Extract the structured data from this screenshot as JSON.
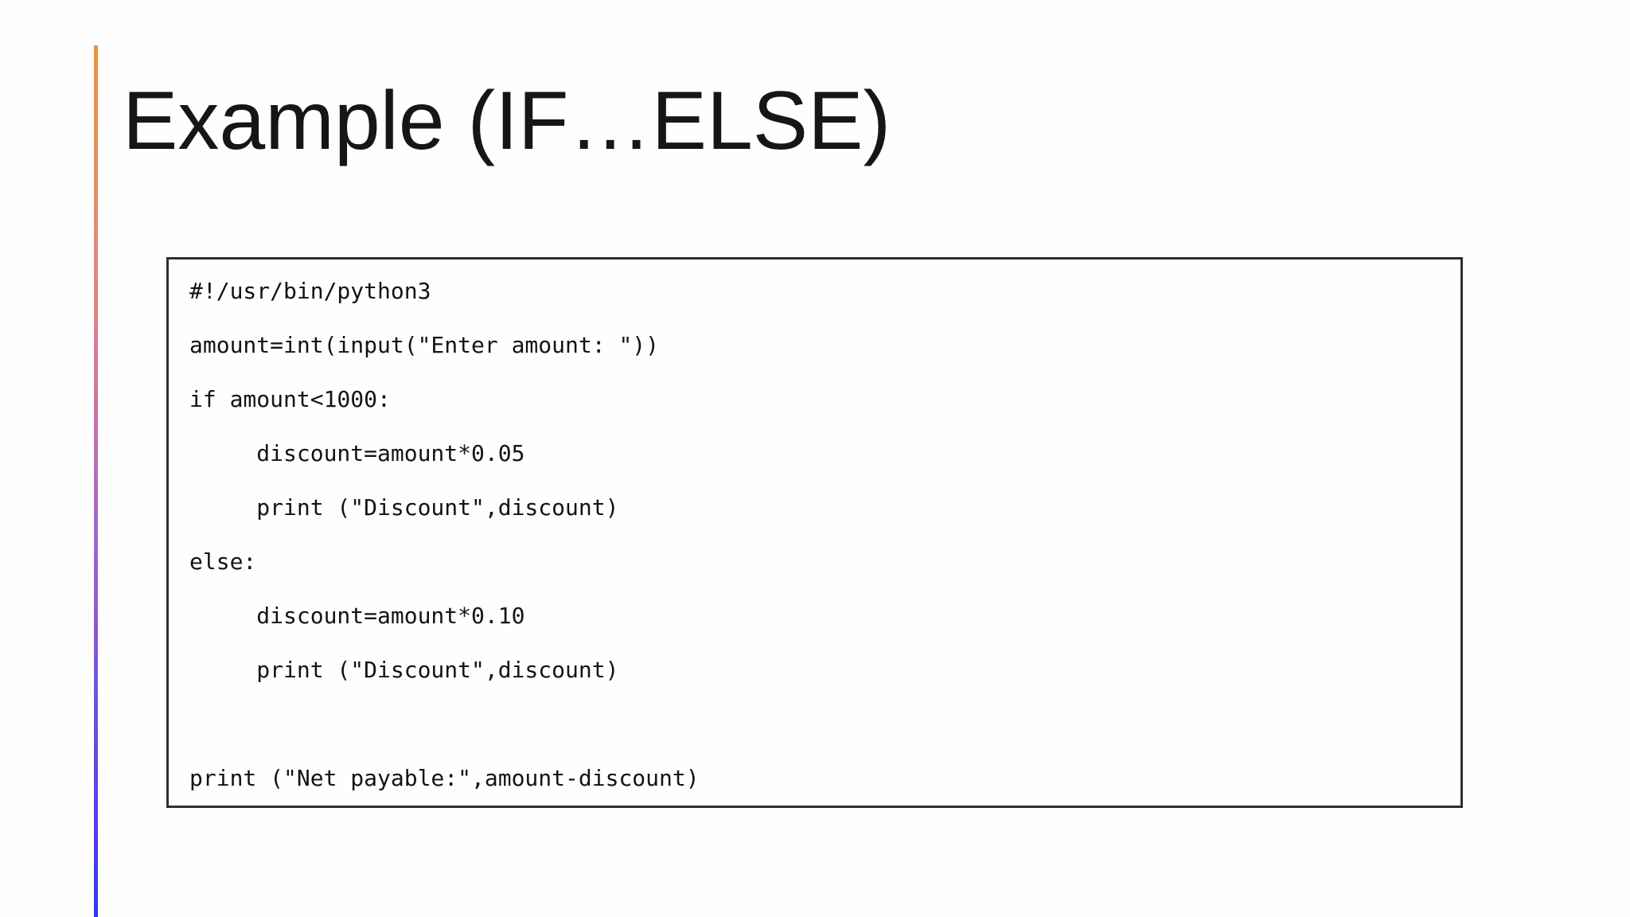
{
  "slide": {
    "title": "Example (IF…ELSE)",
    "background_color": "#FEFEFE"
  },
  "accent_line": {
    "stops": [
      {
        "color": "#F2913B",
        "pos": "0%"
      },
      {
        "color": "#E08389",
        "pos": "31%"
      },
      {
        "color": "#9B63D3",
        "pos": "59%"
      },
      {
        "color": "#3634F0",
        "pos": "100%"
      }
    ]
  },
  "code_block": {
    "border_color": "#2F2F2F",
    "text": "#!/usr/bin/python3\namount=int(input(\"Enter amount: \"))\nif amount<1000:\n     discount=amount*0.05\n     print (\"Discount\",discount)\nelse:\n     discount=amount*0.10\n     print (\"Discount\",discount)\n\nprint (\"Net payable:\",amount-discount)"
  }
}
